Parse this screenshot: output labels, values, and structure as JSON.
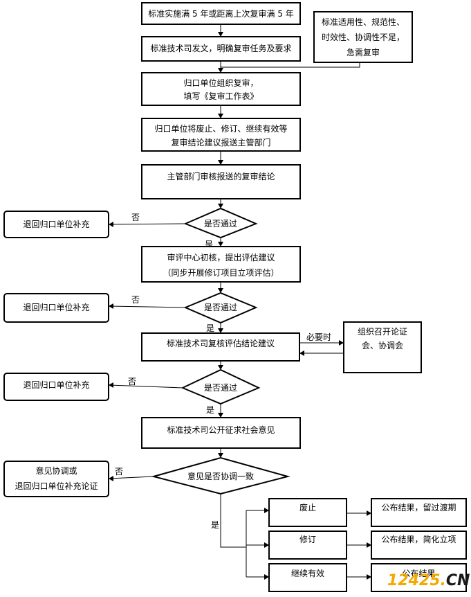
{
  "nodes": {
    "n1": "标准实施满 5 年或距离上次复审满 5 年",
    "side": [
      "标准适用性、规范性、",
      "时效性、协调性不足，",
      "急需复审"
    ],
    "n2": "标准技术司发文，明确复审任务及要求",
    "n3": [
      "归口单位组织复审，",
      "填写《复审工作表》"
    ],
    "n4": [
      "归口单位将废止、修订、继续有效等",
      "复审结论建议报送主管部门"
    ],
    "n5": "主管部门审核报送的复审结论",
    "d1": "是否通过",
    "r1": "退回归口单位补充",
    "n6": [
      "审评中心初核，提出评估建议",
      "（同步开展修订项目立项评估）"
    ],
    "d2": "是否通过",
    "r2": "退回归口单位补充",
    "n7": "标准技术司复核评估结论建议",
    "meet": [
      "组织召开论证",
      "会、协调会"
    ],
    "d3": "是否通过",
    "r3": "退回归口单位补充",
    "n8": "标准技术司公开征求社会意见",
    "d4": "意见是否协调一致",
    "r4": [
      "意见协调或",
      "退回归口单位补充论证"
    ],
    "o1": "废止",
    "o2": "修订",
    "o3": "继续有效",
    "p1": "公布结果，留过渡期",
    "p2": "公布结果，简化立项",
    "p3": "公布结果"
  },
  "edge_labels": {
    "no": "否",
    "yes": "是",
    "when_needed": "必要时"
  },
  "watermark": {
    "number": "12425",
    "dot": ".",
    "tld": "CN"
  }
}
